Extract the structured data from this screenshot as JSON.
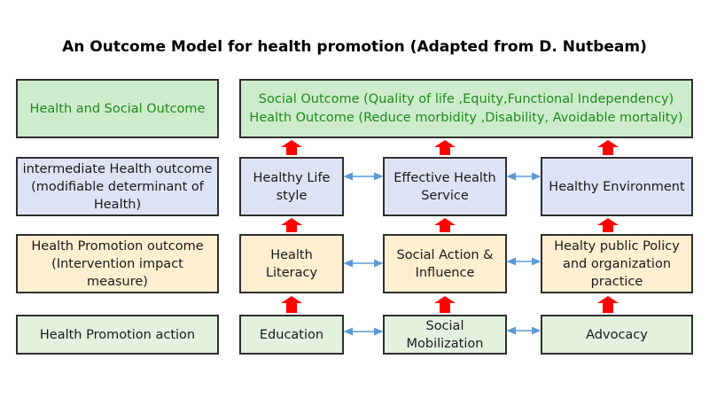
{
  "title": "An Outcome Model for health promotion (Adapted from D. Nutbeam)",
  "levels": {
    "outcome": "Health and Social Outcome",
    "intermediate": "intermediate Health outcome\n(modifiable determinant of\nHealth)",
    "promotion": "Health Promotion outcome\n(Intervention impact\nmeasure)",
    "action": "Health Promotion action"
  },
  "outcomes": {
    "social": "Social Outcome (Quality of life ,Equity,Functional Independency)",
    "health": "Health Outcome (Reduce morbidity ,Disability, Avoidable mortality)"
  },
  "intermediate": {
    "a": "Healthy Life\nstyle",
    "b": "Effective Health\nService",
    "c": "Healthy Environment"
  },
  "promotion": {
    "a": "Health\nLiteracy",
    "b": "Social Action &\nInfluence",
    "c": "Healty public Policy\nand organization\npractice"
  },
  "action": {
    "a": "Education",
    "b": "Social\nMobilization",
    "c": "Advocacy"
  },
  "colors": {
    "arrow_up": "#ff0000",
    "arrow_side": "#5b9bd5",
    "outcome_text": "#1f8a1f"
  }
}
